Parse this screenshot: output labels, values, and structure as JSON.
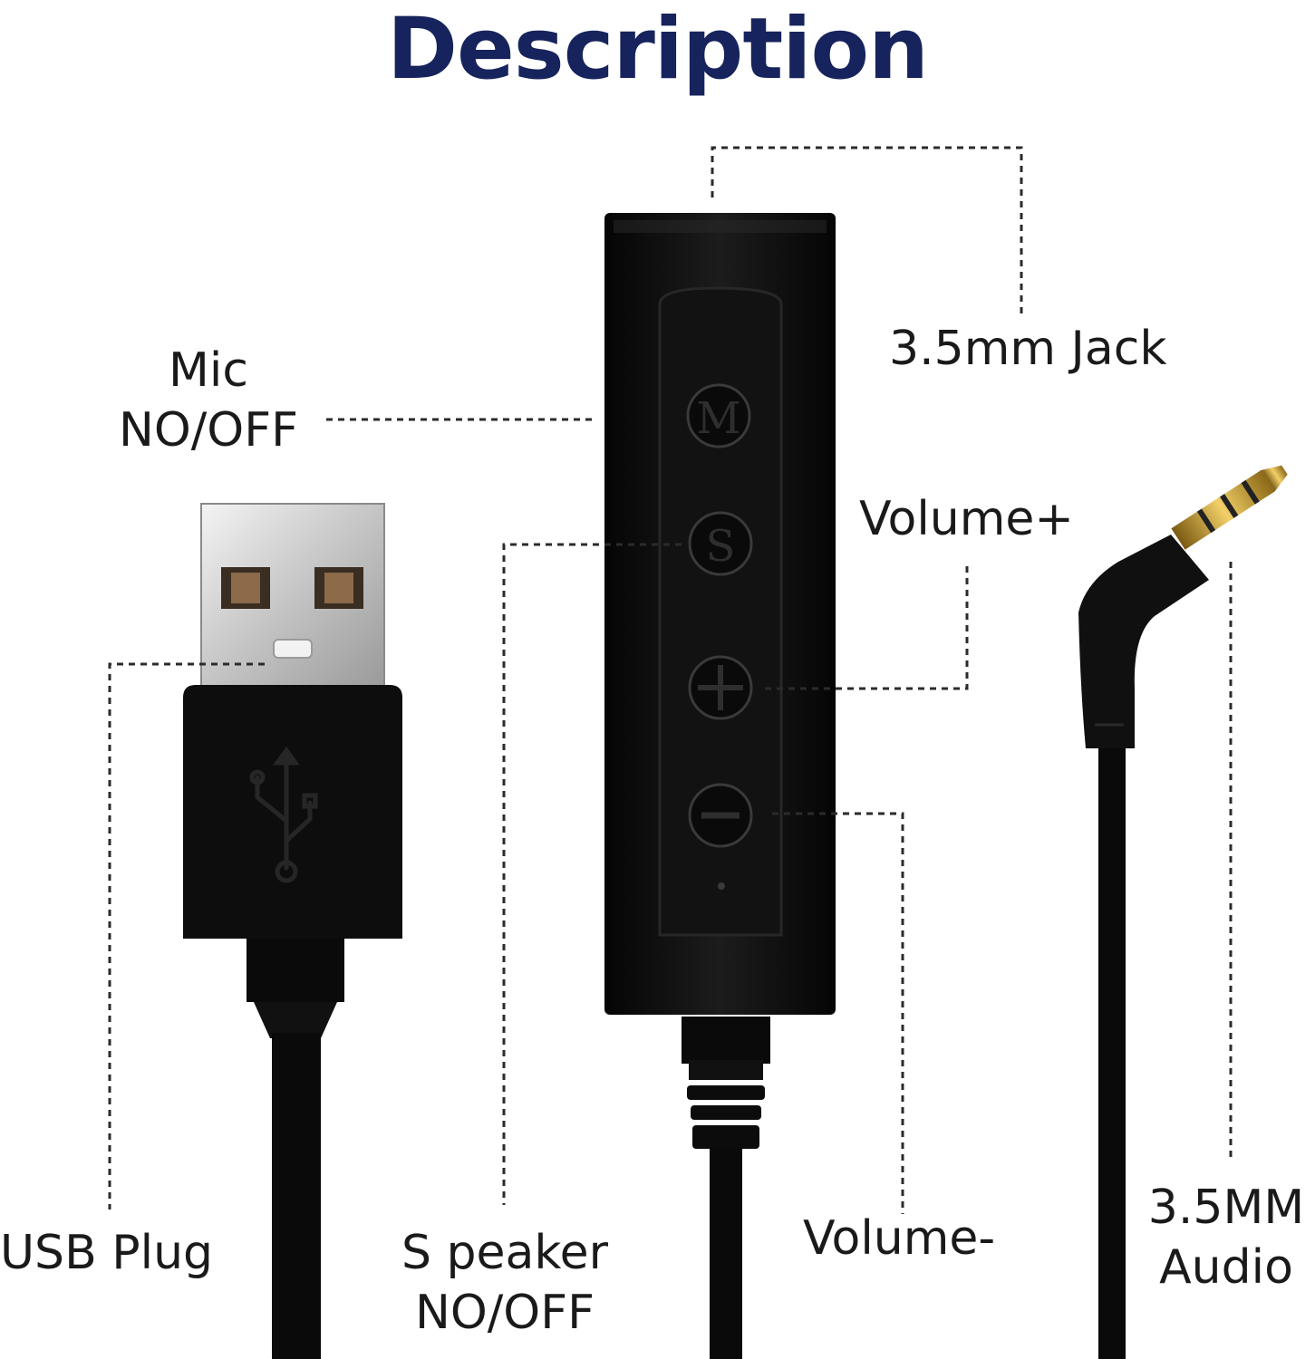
{
  "title": "Description",
  "colors": {
    "title": "#16235c",
    "body": "#0f0f0f",
    "lines": "#2b2b2b"
  },
  "labels": {
    "jack": "3.5mm Jack",
    "mic_line1": "Mic",
    "mic_line2": "NO/OFF",
    "volume_plus": "Volume+",
    "usb_plug": "USB Plug",
    "speaker_line1": "S peaker",
    "speaker_line2": "NO/OFF",
    "volume_minus": "Volume-",
    "audio_line1": "3.5MM",
    "audio_line2": "Audio"
  },
  "buttons": {
    "mic": "M",
    "speaker": "S",
    "plus": "+",
    "minus": "−"
  }
}
